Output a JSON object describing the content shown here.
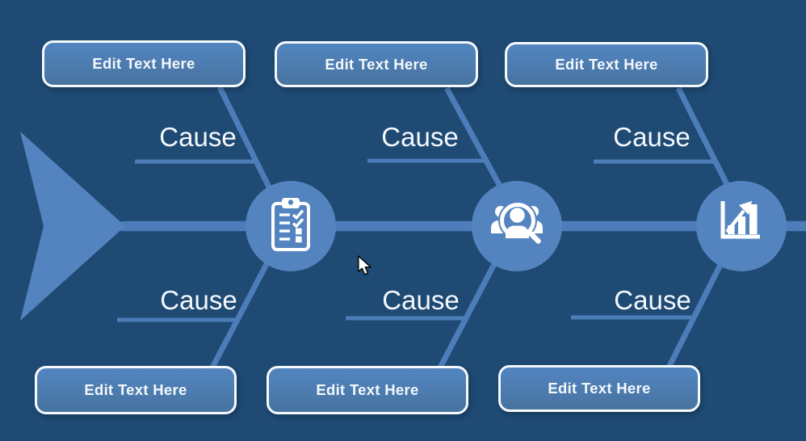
{
  "diagram": {
    "name": "fishbone-cause-effect-template",
    "top_boxes": [
      {
        "label": "Edit Text Here"
      },
      {
        "label": "Edit Text Here"
      },
      {
        "label": "Edit Text Here"
      }
    ],
    "bottom_boxes": [
      {
        "label": "Edit Text Here"
      },
      {
        "label": "Edit Text Here"
      },
      {
        "label": "Edit Text Here"
      }
    ],
    "top_causes": [
      {
        "label": "Cause"
      },
      {
        "label": "Cause"
      },
      {
        "label": "Cause"
      }
    ],
    "bottom_causes": [
      {
        "label": "Cause"
      },
      {
        "label": "Cause"
      },
      {
        "label": "Cause"
      }
    ],
    "nodes": [
      {
        "icon": "clipboard-checklist-icon"
      },
      {
        "icon": "audience-search-icon"
      },
      {
        "icon": "growth-chart-icon"
      }
    ]
  },
  "colors": {
    "background": "#1E4A74",
    "shape": "#5484BF",
    "line": "#4C7DB8",
    "box_fill_top": "#5285C1",
    "box_fill_bottom": "#47739F",
    "box_border": "#F5F9FD",
    "text": "#F4F8FC"
  }
}
